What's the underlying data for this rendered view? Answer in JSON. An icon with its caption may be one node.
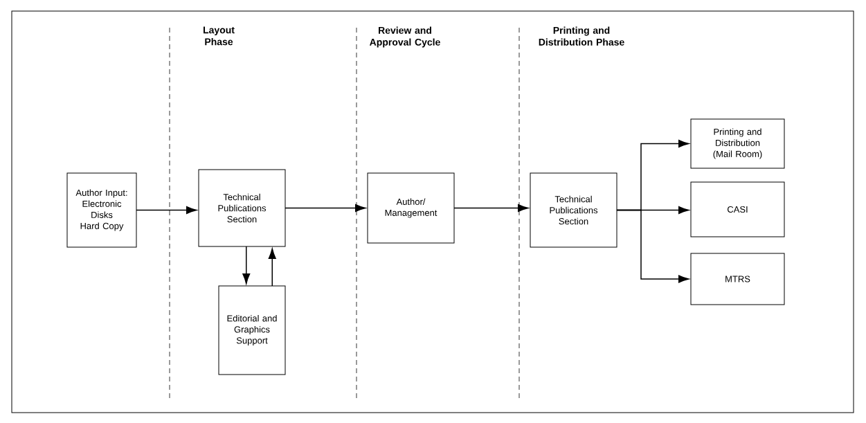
{
  "diagram": {
    "nodes": [
      {
        "text": [
          "Author Input: Electronic Disks Hard Copy"
        ]
      },
      {
        "text": [
          "Technical Publications Section"
        ]
      },
      {
        "text": [
          "Editorial and Graphics Support"
        ]
      },
      {
        "text": [
          "Author/ Management"
        ]
      },
      {
        "text": [
          "Technical Publications Section"
        ]
      },
      {
        "text": [
          "Printing and Distribution (Mail Room)"
        ]
      },
      {
        "text": [
          "CASI"
        ]
      },
      {
        "text": [
          "MTRS"
        ]
      }
    ],
    "edges": [
      {
        "from": 0,
        "to": 1,
        "arrow": "to"
      },
      {
        "from": 1,
        "to": 2,
        "arrow": "to"
      },
      {
        "from": 2,
        "to": 1,
        "arrow": "to"
      },
      {
        "from": 1,
        "to": 3,
        "arrow": "to"
      },
      {
        "from": 3,
        "to": 4,
        "arrow": "to"
      },
      {
        "from": 4,
        "to": 5,
        "arrow": "to"
      },
      {
        "from": 4,
        "to": 6,
        "arrow": "to"
      },
      {
        "from": 4,
        "to": 7,
        "arrow": "to"
      }
    ],
    "labels": [
      "Layout Phase",
      "Review and Approval Cycle",
      "Printing and Distribution Phase"
    ]
  }
}
